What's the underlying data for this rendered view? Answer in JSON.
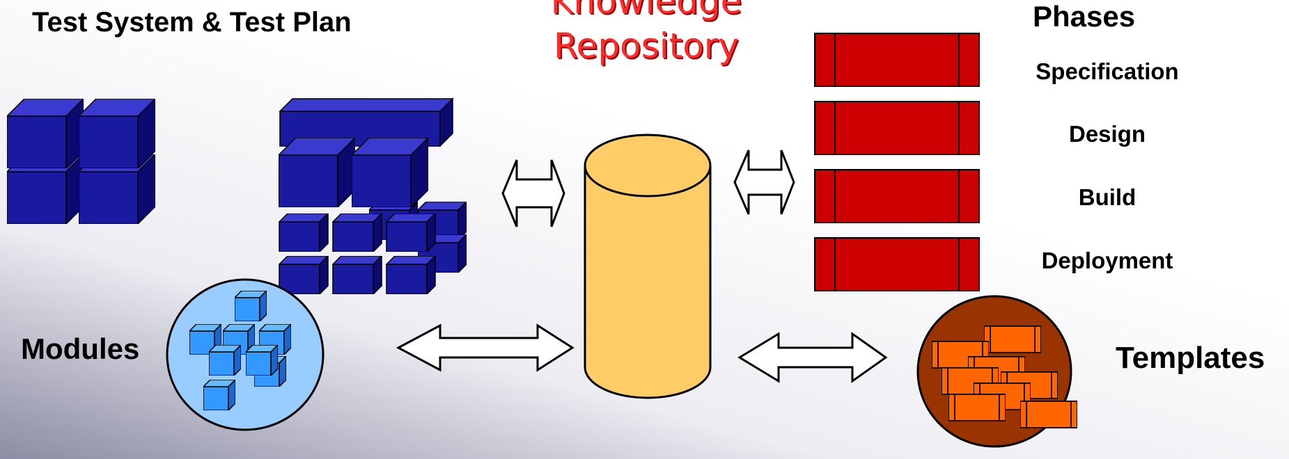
{
  "labels": {
    "test_system": "Test System & Test Plan",
    "repository_line1": "Knowledge",
    "repository_line2": "Repository",
    "phases_title": "Phases",
    "modules": "Modules",
    "templates": "Templates"
  },
  "phases": [
    "Specification",
    "Design",
    "Build",
    "Deployment"
  ],
  "colors": {
    "block_blue": "#1a1aa0",
    "module_cube": "#3399ff",
    "module_circle": "#99ccff",
    "cylinder": "#ffcc66",
    "phase_bar": "#cc0000",
    "template_circle": "#993300",
    "template_block": "#ff6600",
    "repo_text": "#ff2a2a"
  }
}
